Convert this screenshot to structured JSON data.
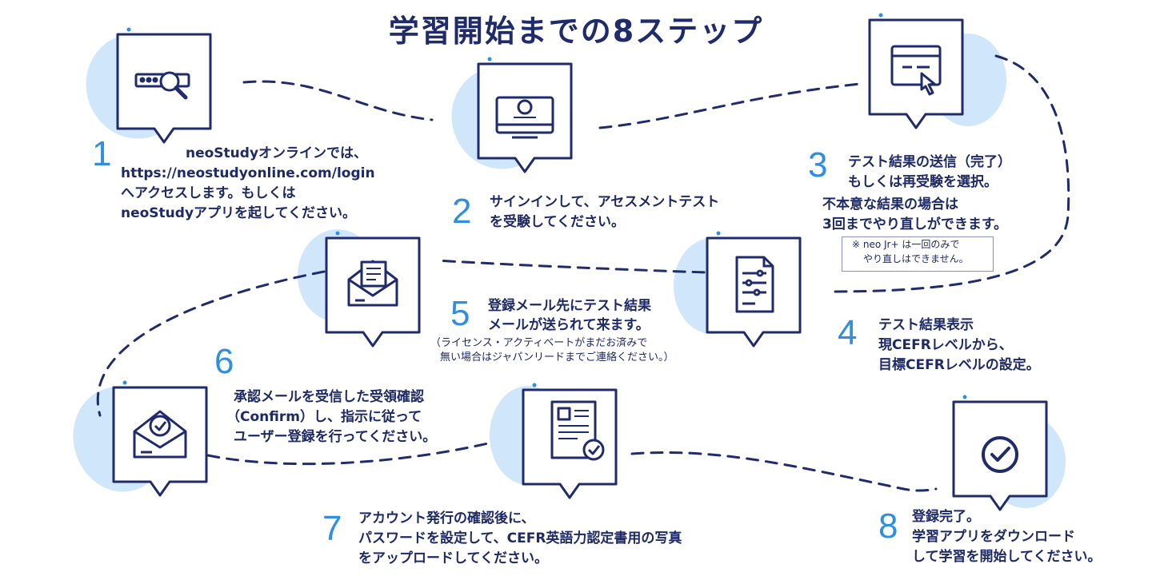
{
  "title": "学習開始までの8ステップ",
  "colors": {
    "navy": "#1f2b6b",
    "accent": "#2f8ee0",
    "blob": "#cfe6fb"
  },
  "steps": [
    {
      "number": "1",
      "icon": "login-search-icon",
      "lines": [
        "neoStudyオンラインでは、",
        "https://neostudyonline.com/login",
        "へアクセスします。もしくは",
        "neoStudyアプリを起してください。"
      ]
    },
    {
      "number": "2",
      "icon": "test-monitor-icon",
      "lines": [
        "サインインして、アセスメントテスト",
        "を受験してください。"
      ]
    },
    {
      "number": "3",
      "icon": "click-window-icon",
      "lines": [
        "テスト結果の送信（完了）",
        "もしくは再受験を選択。"
      ],
      "extra": [
        "不本意な結果の場合は",
        "3回までやり直しができます。"
      ],
      "note": [
        "※ neo Jr+ は一回のみで",
        "やり直しはできません。"
      ]
    },
    {
      "number": "4",
      "icon": "document-settings-icon",
      "lines": [
        "テスト結果表示",
        "現CEFRレベルから、",
        "目標CEFRレベルの設定。"
      ]
    },
    {
      "number": "5",
      "icon": "open-mail-document-icon",
      "lines": [
        "登録メール先にテスト結果",
        "メールが送られて来ます。"
      ],
      "sub": [
        "（ライセンス・アクティベートがまだお済みで",
        "無い場合はジャパンリードまでご連絡ください。）"
      ]
    },
    {
      "number": "6",
      "icon": "confirm-mail-icon",
      "lines": [
        "承認メールを受信した受領確認",
        "（Confirm）し、指示に従って",
        "ユーザー登録を行ってください。"
      ]
    },
    {
      "number": "7",
      "icon": "certificate-photo-icon",
      "lines": [
        "アカウント発行の確認後に、",
        "パスワードを設定して、CEFR英語力認定書用の写真",
        "をアップロードしてください。"
      ]
    },
    {
      "number": "8",
      "icon": "check-circle-icon",
      "lines": [
        "登録完了。",
        "学習アプリをダウンロード",
        "して学習を開始してください。"
      ]
    }
  ]
}
